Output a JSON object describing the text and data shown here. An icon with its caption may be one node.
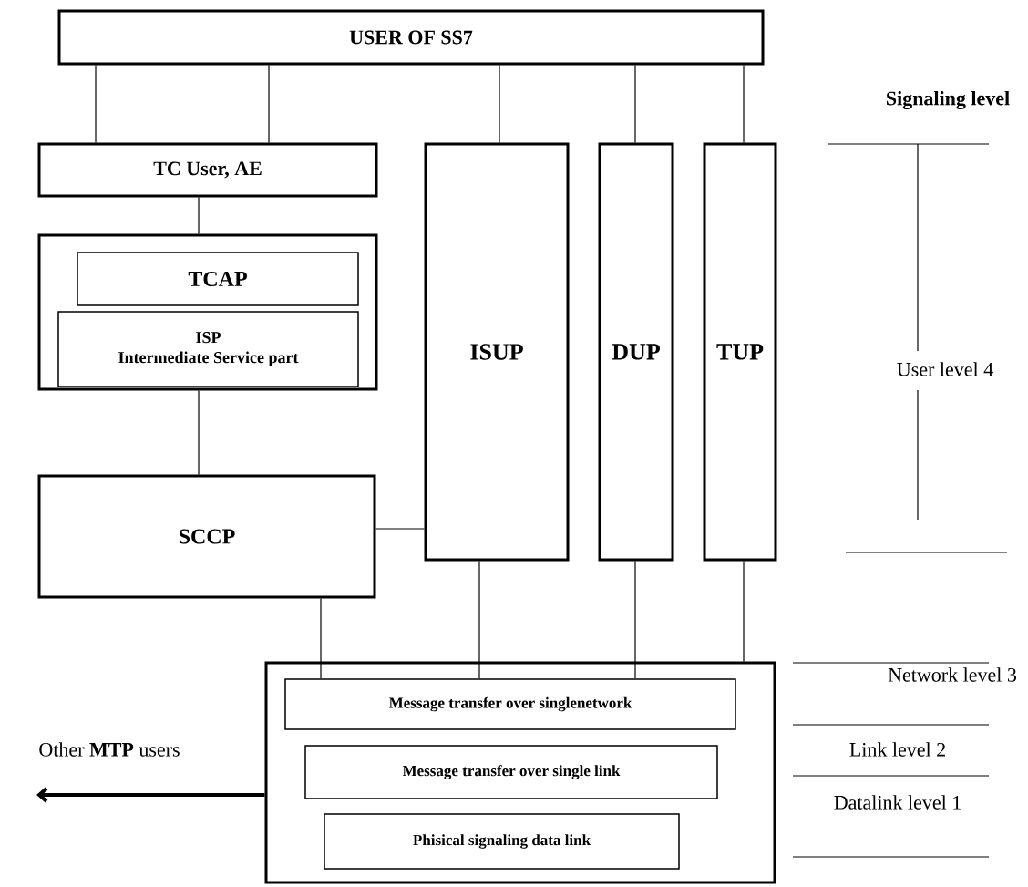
{
  "diagram": {
    "nodes": [
      {
        "text": [
          "USER OF SS7"
        ]
      },
      {
        "text": [
          "TC User, AE"
        ]
      },
      {
        "text": [],
        "shape": "box"
      },
      {
        "text": [
          "TCAP"
        ],
        "in": 2
      },
      {
        "text": [
          "ISP",
          "Intermediate Service part"
        ],
        "in": 2
      },
      {
        "text": [
          "SCCP"
        ]
      },
      {
        "text": [
          "ISUP"
        ]
      },
      {
        "text": [
          "DUP"
        ]
      },
      {
        "text": [
          "TUP"
        ]
      },
      {
        "text": [],
        "shape": "box"
      },
      {
        "text": [
          "Message transfer over singlenetwork"
        ],
        "in": 9
      },
      {
        "text": [
          "Message transfer over single link"
        ],
        "in": 9
      },
      {
        "text": [
          "Phisical signaling data link"
        ],
        "in": 9
      }
    ],
    "edges": [
      {
        "from": 0,
        "to": 1,
        "arrow": "none"
      },
      {
        "from": 0,
        "to": 1,
        "arrow": "none"
      },
      {
        "from": 0,
        "to": 6,
        "arrow": "none"
      },
      {
        "from": 0,
        "to": 7,
        "arrow": "none"
      },
      {
        "from": 0,
        "to": 8,
        "arrow": "none"
      },
      {
        "from": 1,
        "to": 2,
        "arrow": "none"
      },
      {
        "from": 2,
        "to": 5,
        "arrow": "none"
      },
      {
        "from": 5,
        "to": 6,
        "arrow": "none"
      },
      {
        "from": 5,
        "to": 10,
        "arrow": "none"
      },
      {
        "from": 6,
        "to": 10,
        "arrow": "none"
      },
      {
        "from": 7,
        "to": 10,
        "arrow": "none"
      },
      {
        "from": 8,
        "to": 9,
        "arrow": "none"
      },
      {
        "from": 9,
        "to": null,
        "arrow": "to",
        "style": "thick"
      }
    ],
    "labels": [
      "Signaling level",
      "User level 4",
      "Network level 3",
      "Link level 2",
      "Datalink level 1",
      "Other **MTP** users"
    ]
  }
}
